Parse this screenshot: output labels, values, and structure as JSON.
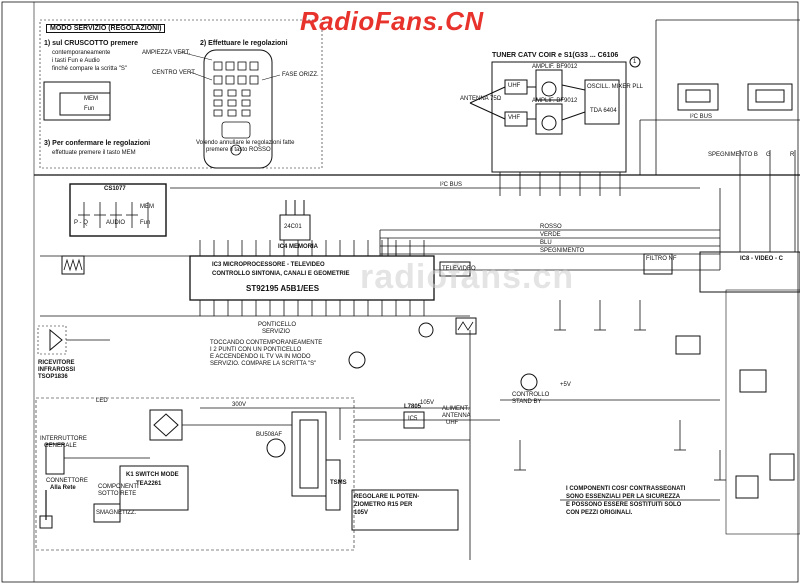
{
  "watermark": "RadioFans.CN",
  "watermark_ghost": "radiofans.cn",
  "service": {
    "title": "MODO SERVIZIO (REGOLAZIONI)",
    "step1a": "1) sul CRUSCOTTO premere",
    "step1b": "contemporaneamente",
    "step1c": "i tasti Fun e Audio",
    "step1d": "finché compare la scritta \"S\"",
    "step2": "2) Effettuare le regolazioni",
    "ampiezza": "AMPIEZZA VERT.",
    "centro": "CENTRO VERT.",
    "fase": "FASE ORIZZ.",
    "step3a": "3) Per confermare le regolazioni",
    "step3b": "effettuate premere il tasto MEM",
    "volendo1": "Volendo annullare le regolazioni fatte",
    "volendo2": "premere il tasto ROSSO",
    "mem": "MEM",
    "fun": "Fun"
  },
  "tuner": {
    "title": "TUNER CATV COIR e S1(G33 ... C6106",
    "antenna": "ANTENNA 75Ω",
    "uhf": "UHF",
    "vhf": "VHF",
    "amp1": "AMPLIF. BF9012",
    "amp2": "AMPLIF. BF9012",
    "osc": "OSCILL. MIXER PLL",
    "tda": "TDA 6404",
    "circled": "1"
  },
  "cs": {
    "title": "CS1077",
    "pq": "P - Q",
    "audio": "AUDIO",
    "mem": "MEM",
    "fun": "Fun"
  },
  "memoria": {
    "chip": "24C01",
    "label": "IC4  MEMORIA"
  },
  "micro": {
    "l1": "IC3  MICROPROCESSORE - TELEVIDEO",
    "l2": "CONTROLLO SINTONIA, CANALI E GEOMETRIE",
    "part": "ST92195 A5B1/EES"
  },
  "lines": {
    "rosso": "ROSSO",
    "verde": "VERDE",
    "blu": "BLU",
    "spegn": "SPEGNIMENTO"
  },
  "labels": {
    "i2c": "I²C BUS",
    "televideo": "TELEVIDEO",
    "ponticello1": "PONTICELLO",
    "ponticello2": "SERVIZIO",
    "service_note1": "TOCCANDO CONTEMPORANEAMENTE",
    "service_note2": "I 2 PUNTI CON UN PONTICELLO",
    "service_note3": "E ACCENDENDO IL TV VA IN MODO",
    "service_note4": "SERVIZIO. COMPARE LA SCRITTA \"S\"",
    "ricevitore1": "RICEVITORE",
    "ricevitore2": "INFRAROSSI",
    "ricevitore3": "TSOP1836",
    "interruttore1": "INTERRUTTORE",
    "interruttore2": "GENERALE",
    "connettore1": "CONNETTORE",
    "connettore2": "Alla Rete",
    "componenti1": "COMPONENTI",
    "componenti2": "SOTTO RETE",
    "smagnet": "SMAGNETIZZ.",
    "switch1": "K1 SWITCH MODE",
    "switch2": "TEA2261",
    "bu": "BU508AF",
    "tsms": "TSMS",
    "l7805": "L7805",
    "ic5": "IC5",
    "alimenti1": "ALIMENT.",
    "alimenti2": "ANTENNA",
    "alimenti3": "UHF",
    "controllo1": "CONTROLLO",
    "controllo2": "STAND BY",
    "regolare1": "REGOLARE IL POTEN-",
    "regolare2": "ZIOMETRO R15 PER",
    "regolare3": "105V",
    "filtro": "FILTRO NF",
    "ic8": "IC8 - VIDEO - C",
    "spegn_b": "SPEGNIMENTO B",
    "g": "G",
    "r": "R",
    "v105": "105V",
    "v300": "300V",
    "pin": "+5V",
    "led": "LED",
    "note1": "I COMPONENTI COSI' CONTRASSEGNATI",
    "note2": "SONO ESSENZIALI PER LA SICUREZZA",
    "note3": "E POSSONO ESSERE SOSTITUITI SOLO",
    "note4": "CON PEZZI ORIGINALI."
  }
}
